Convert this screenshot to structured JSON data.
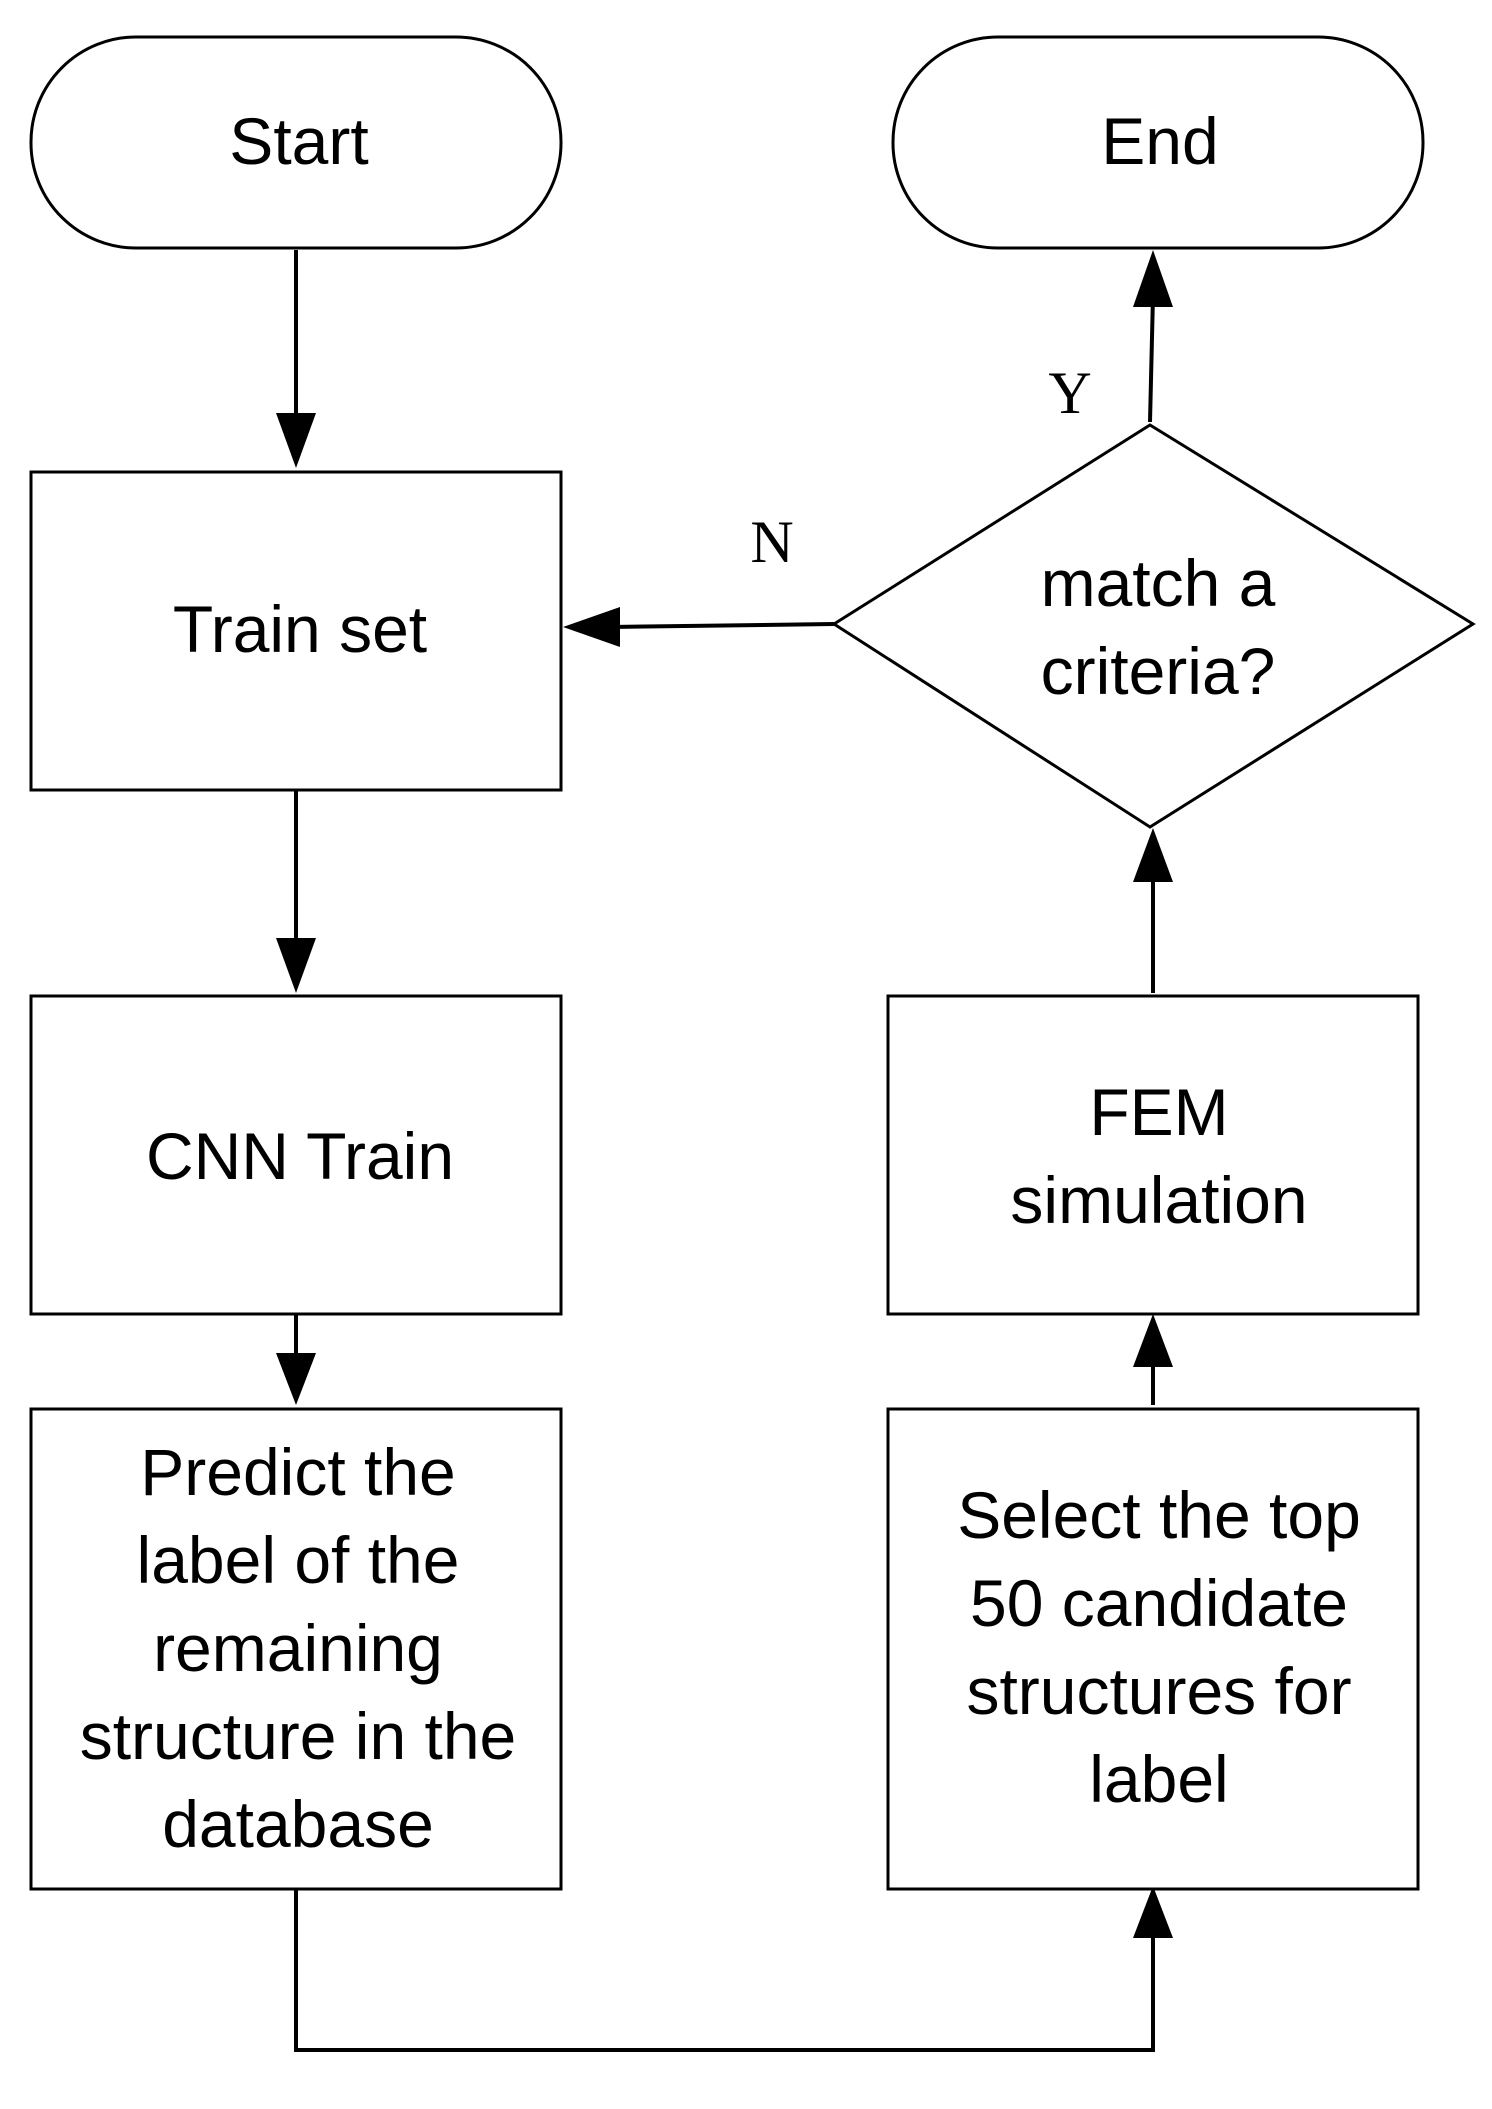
{
  "diagram": {
    "nodes": {
      "start": {
        "shape": "terminal",
        "lines": [
          "Start"
        ]
      },
      "end": {
        "shape": "terminal",
        "lines": [
          "End"
        ]
      },
      "train_set": {
        "shape": "process",
        "lines": [
          "Train set"
        ]
      },
      "cnn_train": {
        "shape": "process",
        "lines": [
          "CNN Train"
        ]
      },
      "predict": {
        "shape": "process",
        "lines": [
          "Predict the",
          "label of the",
          "remaining",
          "structure in the",
          "database"
        ]
      },
      "select": {
        "shape": "process",
        "lines": [
          "Select the top",
          "50 candidate",
          "structures for",
          "label"
        ]
      },
      "fem": {
        "shape": "process",
        "lines": [
          "FEM",
          "simulation"
        ]
      },
      "decision": {
        "shape": "decision",
        "lines": [
          "match a",
          "criteria?"
        ]
      }
    },
    "edges": [
      {
        "from": "start",
        "to": "train_set"
      },
      {
        "from": "train_set",
        "to": "cnn_train"
      },
      {
        "from": "cnn_train",
        "to": "predict"
      },
      {
        "from": "predict",
        "to": "select"
      },
      {
        "from": "select",
        "to": "fem"
      },
      {
        "from": "fem",
        "to": "decision"
      },
      {
        "from": "decision",
        "to": "end",
        "label": "Y"
      },
      {
        "from": "decision",
        "to": "train_set",
        "label": "N"
      }
    ]
  }
}
